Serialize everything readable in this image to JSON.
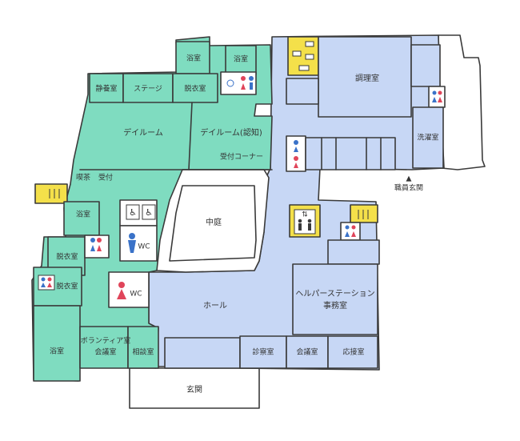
{
  "rooms": {
    "bath_top_left": "浴室",
    "bath_top_right": "浴室",
    "quiet_room": "静養室",
    "stage": "ステージ",
    "dressing_top": "脱衣室",
    "day_room": "デイルーム",
    "day_room_dementia": "デイルーム(認知)",
    "reception_corner": "受付コーナー",
    "tearoom": "喫茶",
    "reception": "受付",
    "bath_mid": "浴室",
    "dressing_mid": "脱衣室",
    "dressing_low": "脱衣室",
    "bath_bottom": "浴室",
    "volunteer_room": "ボランティア室",
    "meeting_room_left": "会議室",
    "consultation_room": "相談室",
    "courtyard": "中庭",
    "hall": "ホール",
    "helper_station": "ヘルパーステーション",
    "office": "事務室",
    "exam_room": "診察室",
    "meeting_room_right": "会議室",
    "reception_room": "応接室",
    "kitchen": "調理室",
    "laundry": "洗濯室",
    "entrance": "玄関",
    "staff_entrance": "職員玄関"
  },
  "icons": {
    "wc_label_men": "WC",
    "wc_label_women": "WC",
    "staff_entrance_marker": "▲"
  },
  "colors": {
    "green_zone": "#7fdcc0",
    "blue_zone": "#c7d7f5",
    "stairs_elevator": "#f4e04a",
    "men_icon": "#3a72c8",
    "women_icon": "#e0455a",
    "wheelchair_icon": "#3a3a3a"
  }
}
